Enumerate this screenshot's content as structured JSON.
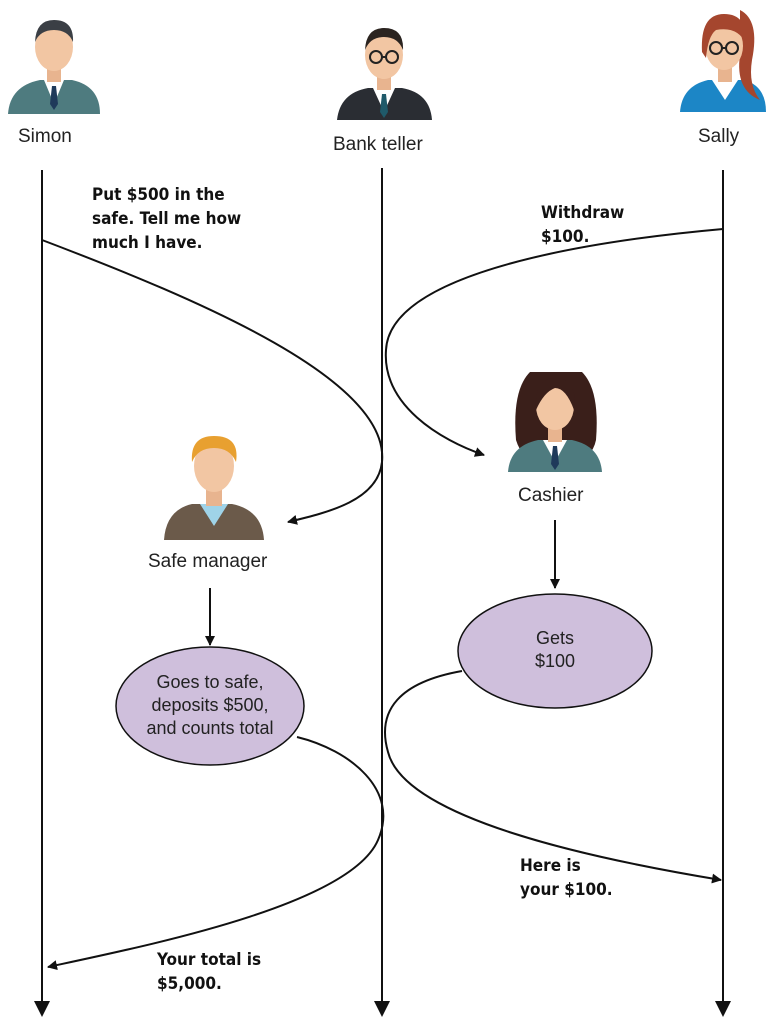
{
  "actors": {
    "simon": "Simon",
    "bank_teller": "Bank teller",
    "sally": "Sally",
    "cashier": "Cashier",
    "safe_manager": "Safe manager"
  },
  "messages": {
    "simon_request": "Put $500 in the\nsafe. Tell me how\nmuch I have.",
    "sally_request": "Withdraw\n$100.",
    "safe_result": "Your total is\n$5,000.",
    "cashier_result": "Here is\nyour $100."
  },
  "actions": {
    "safe_action": "Goes to safe,\ndeposits $500,\nand counts total",
    "cashier_action": "Gets\n$100"
  },
  "colors": {
    "oval_fill": "#cfbfdc",
    "line": "#111111",
    "suit_teal": "#4e7b7f",
    "suit_dark": "#2a2d33",
    "suit_blue": "#1c86c6",
    "suit_brown": "#6b5a4a",
    "skin": "#f2c6a3"
  }
}
